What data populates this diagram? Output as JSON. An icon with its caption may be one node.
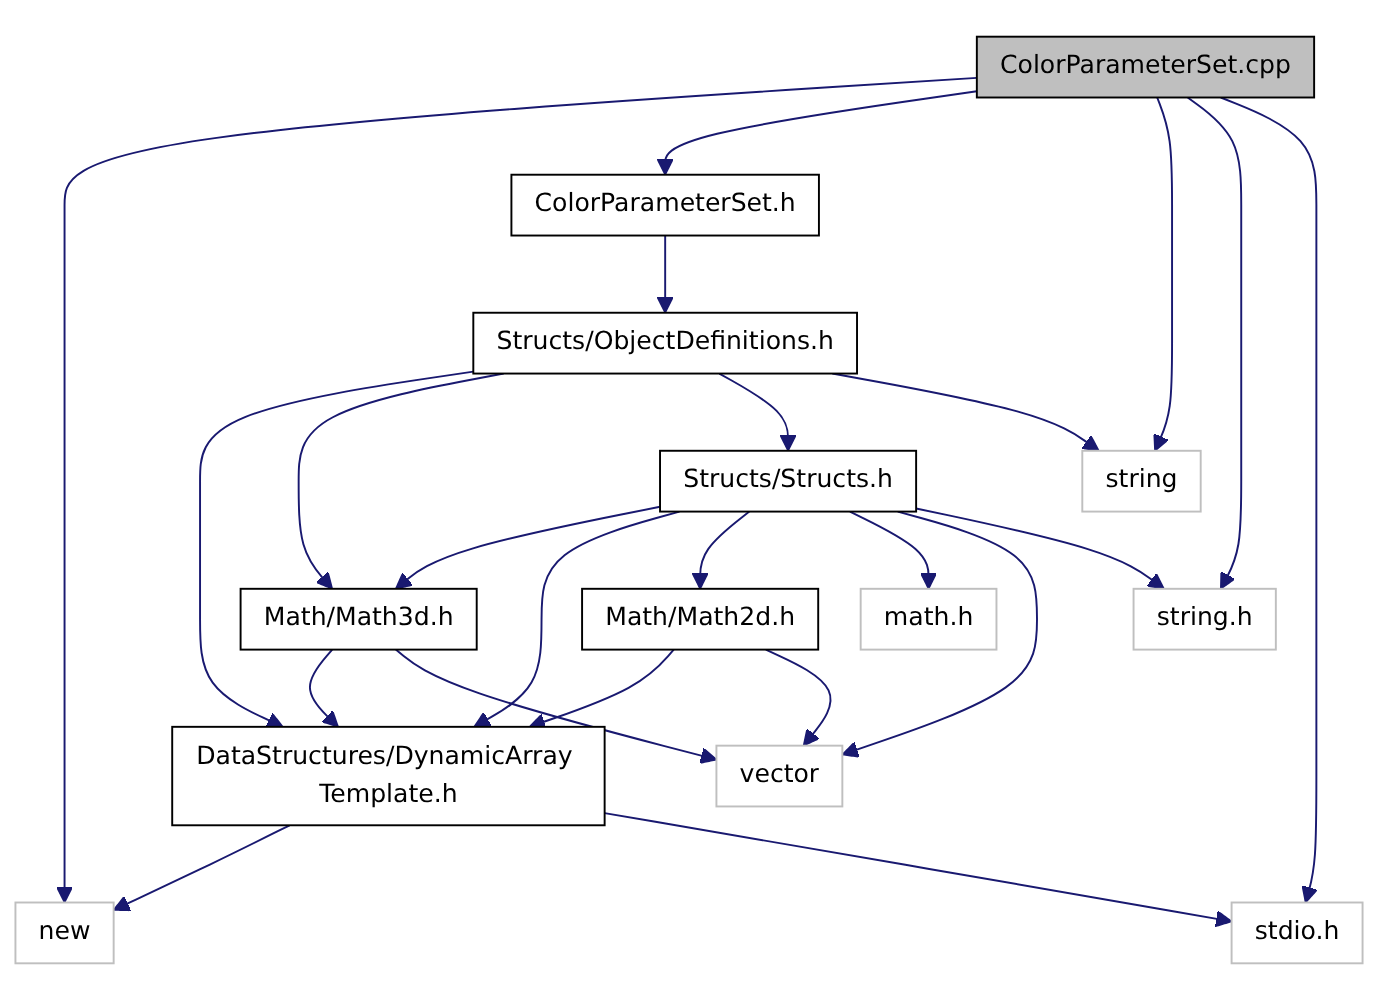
{
  "diagram": {
    "nodes": [
      {
        "text": [
          "ColorParameterSet.cpp"
        ]
      },
      {
        "text": [
          "ColorParameterSet.h"
        ]
      },
      {
        "text": [
          "Structs/ObjectDefinitions.h"
        ]
      },
      {
        "text": [
          "string"
        ]
      },
      {
        "text": [
          "Structs/Structs.h"
        ]
      },
      {
        "text": [
          "Math/Math3d.h"
        ]
      },
      {
        "text": [
          "Math/Math2d.h"
        ]
      },
      {
        "text": [
          "math.h"
        ]
      },
      {
        "text": [
          "string.h"
        ]
      },
      {
        "text": [
          "DataStructures/DynamicArray Template.h"
        ]
      },
      {
        "text": [
          "vector"
        ]
      },
      {
        "text": [
          "new"
        ]
      },
      {
        "text": [
          "stdio.h"
        ]
      }
    ],
    "edges": [
      {
        "from": 0,
        "to": 11,
        "arrow": "to"
      },
      {
        "from": 0,
        "to": 1,
        "arrow": "to"
      },
      {
        "from": 0,
        "to": 3,
        "arrow": "to"
      },
      {
        "from": 0,
        "to": 8,
        "arrow": "to"
      },
      {
        "from": 0,
        "to": 12,
        "arrow": "to"
      },
      {
        "from": 1,
        "to": 2,
        "arrow": "to"
      },
      {
        "from": 2,
        "to": 9,
        "arrow": "to"
      },
      {
        "from": 2,
        "to": 5,
        "arrow": "to"
      },
      {
        "from": 2,
        "to": 4,
        "arrow": "to"
      },
      {
        "from": 2,
        "to": 3,
        "arrow": "to"
      },
      {
        "from": 4,
        "to": 5,
        "arrow": "to"
      },
      {
        "from": 4,
        "to": 9,
        "arrow": "to"
      },
      {
        "from": 4,
        "to": 6,
        "arrow": "to"
      },
      {
        "from": 4,
        "to": 7,
        "arrow": "to"
      },
      {
        "from": 4,
        "to": 10,
        "arrow": "to"
      },
      {
        "from": 4,
        "to": 8,
        "arrow": "to"
      },
      {
        "from": 5,
        "to": 9,
        "arrow": "to"
      },
      {
        "from": 5,
        "to": 10,
        "arrow": "to"
      },
      {
        "from": 6,
        "to": 9,
        "arrow": "to"
      },
      {
        "from": 6,
        "to": 10,
        "arrow": "to"
      },
      {
        "from": 9,
        "to": 11,
        "arrow": "to"
      },
      {
        "from": 9,
        "to": 12,
        "arrow": "to"
      }
    ]
  }
}
